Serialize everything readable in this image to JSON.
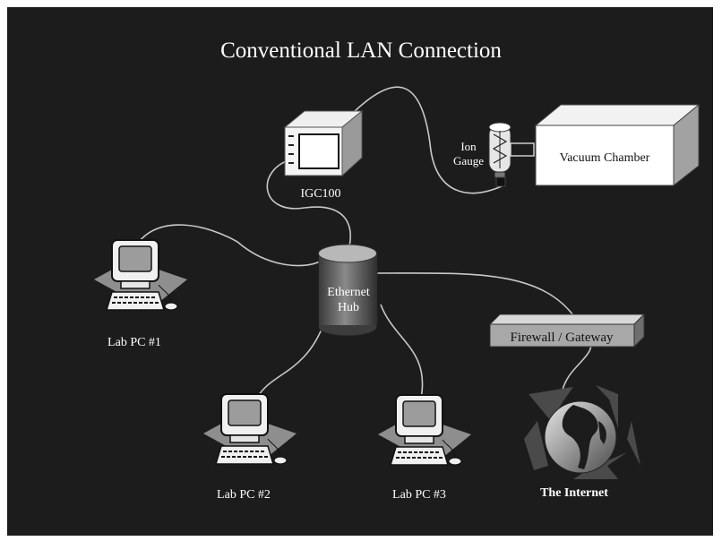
{
  "title": "Conventional LAN Connection",
  "nodes": {
    "igc": "IGC100",
    "ion_gauge_line1": "Ion",
    "ion_gauge_line2": "Gauge",
    "vacuum": "Vacuum Chamber",
    "hub_line1": "Ethernet",
    "hub_line2": "Hub",
    "firewall": "Firewall / Gateway",
    "internet": "The Internet",
    "pc1": "Lab PC #1",
    "pc2": "Lab PC #2",
    "pc3": "Lab PC #3"
  },
  "colors": {
    "background": "#1c1c1c",
    "text": "#ffffff",
    "device": "#d0d0d0",
    "cable": "#c8c8c8"
  }
}
